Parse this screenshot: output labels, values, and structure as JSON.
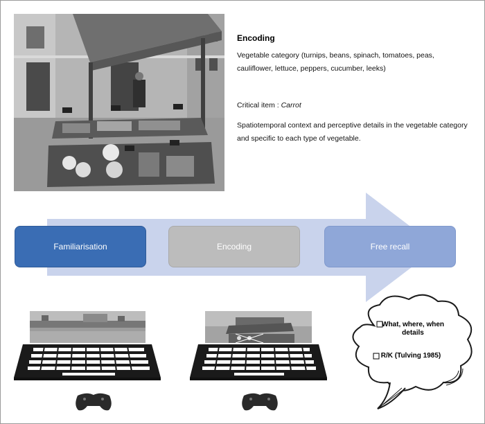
{
  "encoding": {
    "title": "Encoding",
    "category_text": "Vegetable category (turnips, beans, spinach, tomatoes, peas, cauliflower, lettuce, peppers, cucumber, leeks)",
    "critical_label": "Critical item : ",
    "critical_item": "Carrot",
    "context_text": "Spatiotemporal context and perceptive details in the vegetable category and specific to each type of vegetable."
  },
  "stages": [
    {
      "label": "Familiarisation",
      "color": "#3a6db4"
    },
    {
      "label": "Encoding",
      "color": "#bcbcbc"
    },
    {
      "label": "Free recall",
      "color": "#8fa7d8"
    }
  ],
  "recall_cloud": {
    "item1": "What, where, when details",
    "item2": "R/K (Tulving 1985)",
    "checkbox_icon": "checkbox-icon"
  },
  "colors": {
    "arrow": "#c9d3ec",
    "frame": "#9a9a9a"
  }
}
